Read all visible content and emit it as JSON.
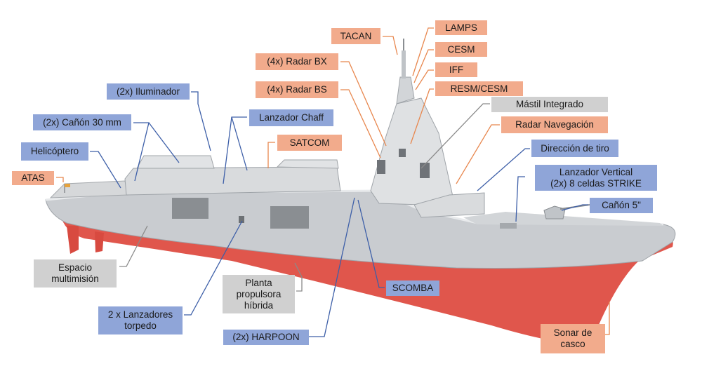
{
  "colors": {
    "orange_label": "#f2ab8c",
    "blue_label": "#8fa5d8",
    "gray_label": "#d0d0d0",
    "hull_red": "#e0564c",
    "hull_gray": "#c8cbcf",
    "leader_orange": "#e8874e",
    "leader_blue": "#3d5fa8",
    "leader_gray": "#8a8a8a"
  },
  "labels": {
    "tacan": "TACAN",
    "lamps": "LAMPS",
    "cesm": "CESM",
    "iff": "IFF",
    "resm_cesm": "RESM/CESM",
    "radar_bx": "(4x) Radar BX",
    "radar_bs": "(4x) Radar BS",
    "iluminador": "(2x) Iluminador",
    "mastil": "Mástil Integrado",
    "lanzador_chaff": "Lanzador Chaff",
    "radar_nav": "Radar Navegación",
    "canon_30": "(2x) Cañón 30 mm",
    "satcom": "SATCOM",
    "direccion_tiro": "Dirección de tiro",
    "helicoptero": "Helicóptero",
    "lanzador_vertical_1": "Lanzador Vertical",
    "lanzador_vertical_2": "(2x) 8 celdas STRIKE",
    "atas": "ATAS",
    "canon_5": "Cañón 5\"",
    "espacio_1": "Espacio",
    "espacio_2": "multimisión",
    "planta_1": "Planta",
    "planta_2": "propulsora",
    "planta_3": "híbrida",
    "scomba": "SCOMBA",
    "torpedo_1": "2 x Lanzadores",
    "torpedo_2": "torpedo",
    "harpoon": "(2x) HARPOON",
    "sonar_1": "Sonar de",
    "sonar_2": "casco"
  }
}
